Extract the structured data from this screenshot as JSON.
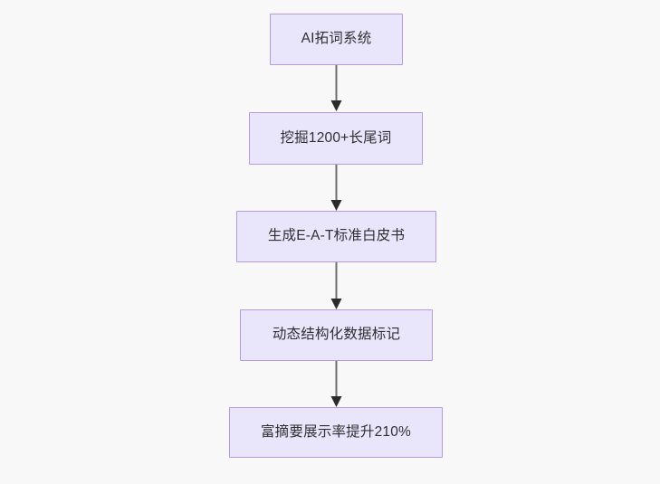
{
  "diagram": {
    "type": "flowchart",
    "direction": "top-to-bottom",
    "background_color": "#f8f8f9",
    "node_fill_color": "#e9e6fb",
    "node_border_color": "#b69ae0",
    "node_text_color": "#2f2f33",
    "edge_color": "#6e6e6e",
    "nodes": [
      {
        "id": "n1",
        "label": "AI拓词系统"
      },
      {
        "id": "n2",
        "label": "挖掘1200+长尾词"
      },
      {
        "id": "n3",
        "label": "生成E-A-T标准白皮书"
      },
      {
        "id": "n4",
        "label": "动态结构化数据标记"
      },
      {
        "id": "n5",
        "label": "富摘要展示率提升210%"
      }
    ],
    "edges": [
      {
        "from": "n1",
        "to": "n2",
        "label": ""
      },
      {
        "from": "n2",
        "to": "n3",
        "label": ""
      },
      {
        "from": "n3",
        "to": "n4",
        "label": ""
      },
      {
        "from": "n4",
        "to": "n5",
        "label": ""
      }
    ]
  }
}
